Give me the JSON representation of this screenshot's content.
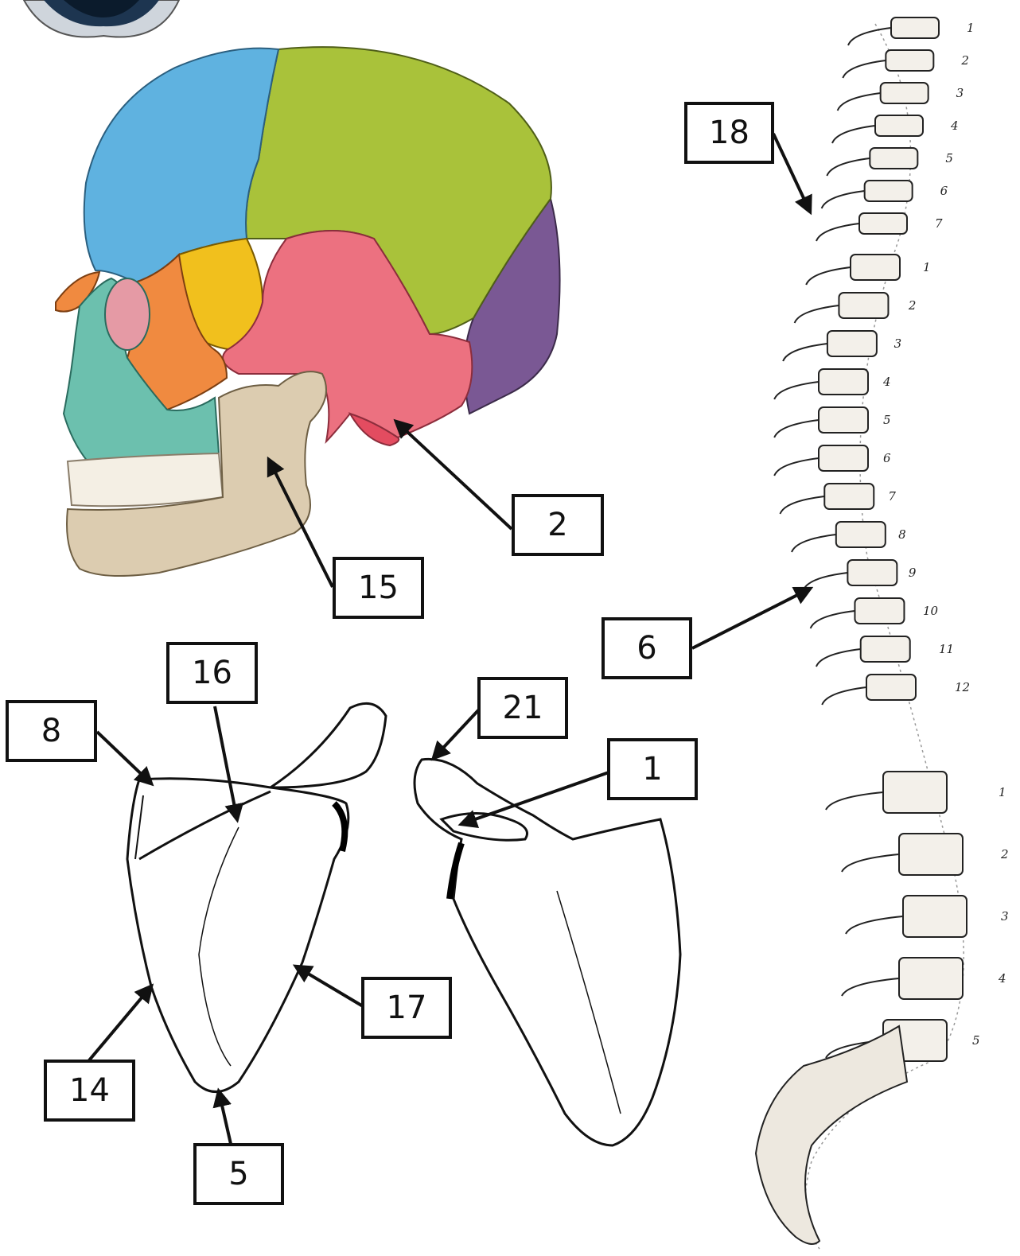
{
  "diagram": {
    "labels": [
      "18",
      "2",
      "15",
      "6",
      "16",
      "8",
      "21",
      "1",
      "17",
      "14",
      "5"
    ],
    "cervical_numbers": [
      "1",
      "2",
      "3",
      "4",
      "5",
      "6",
      "7"
    ],
    "thoracic_numbers": [
      "1",
      "2",
      "3",
      "4",
      "5",
      "6",
      "7",
      "8",
      "9",
      "10",
      "11",
      "12"
    ],
    "lumbar_numbers": [
      "1",
      "2",
      "3",
      "4",
      "5"
    ],
    "colors": {
      "frontal": "#5fb2e0",
      "parietal": "#a9c23a",
      "temporal": "#ec7180",
      "occipital": "#7a5894",
      "sphenoid": "#f1c01d",
      "zygomatic": "#f08a40",
      "maxilla": "#6cc0ae",
      "mandible": "#dcccb0",
      "label_border": "#111111",
      "arrow": "#111111"
    }
  }
}
